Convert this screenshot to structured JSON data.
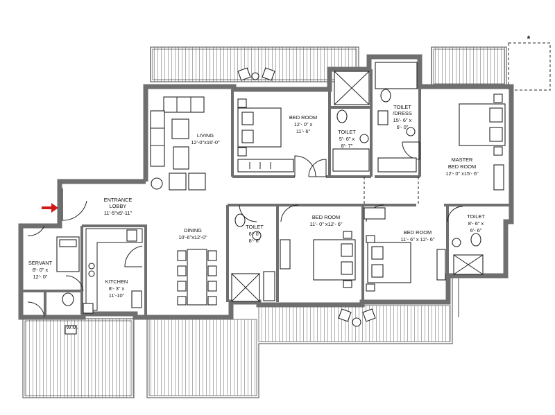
{
  "diagram": {
    "rooms": [
      {
        "key": "bed1",
        "name": "BED ROOM",
        "size_a": "12'- 0\" x",
        "size_b": "11'- 6\""
      },
      {
        "key": "toilet1",
        "name": "TOILET",
        "size_a": "5'- 6\" x",
        "size_b": "8'- 7\""
      },
      {
        "key": "toilet_dress",
        "name": "TOILET",
        "name_b": "/DRESS",
        "size_a": "15'- 6\" x",
        "size_b": "6'- 0\""
      },
      {
        "key": "master",
        "name": "MASTER",
        "name_b": "BED ROOM",
        "size_a": "12'- 0\" x15'- 6\""
      },
      {
        "key": "living",
        "name": "LIVING",
        "size_a": "12'-0\"x16'-0\""
      },
      {
        "key": "lobby",
        "name": "ENTRANCE",
        "name_b": "LOBBY",
        "size_a": "11'-5\"x5'-11\""
      },
      {
        "key": "dining",
        "name": "DINING",
        "size_a": "10'-6\"x12'-0\""
      },
      {
        "key": "toilet2",
        "name": "TOILET",
        "size_a": "6'- 0\"",
        "size_b": "8'- 6\""
      },
      {
        "key": "bed2",
        "name": "BED ROOM",
        "size_a": "11'- 0\" x12'- 6\""
      },
      {
        "key": "bed3",
        "name": "BED ROOM",
        "size_a": "11'- 6\" x 12'- 6\""
      },
      {
        "key": "toilet3",
        "name": "TOILET",
        "size_a": "8'- 6\" x",
        "size_b": "6'- 6\""
      },
      {
        "key": "servant",
        "name": "SERVANT",
        "size_a": "8'- 0\" x",
        "size_b": "12'- 0\""
      },
      {
        "key": "kitchen",
        "name": "KITCHEN",
        "size_a": "8'- 3\" x",
        "size_b": "11'-10\""
      },
      {
        "key": "wm",
        "name": "W.M."
      }
    ],
    "asterisk": "*",
    "colors": {
      "wall": "#6f6f6f",
      "entry_arrow": "#d01818",
      "line": "#222222"
    }
  }
}
